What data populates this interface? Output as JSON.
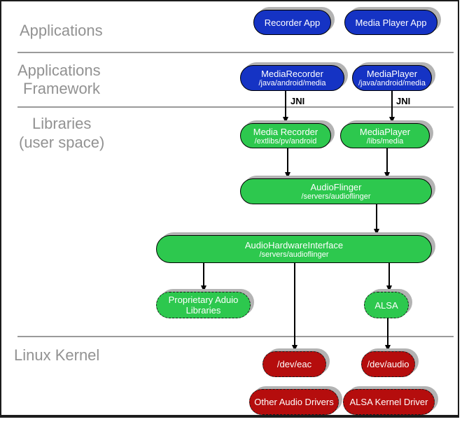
{
  "layers": {
    "applications": "Applications",
    "framework_line1": "Applications",
    "framework_line2": "Framework",
    "libraries_line1": "Libraries",
    "libraries_line2": "(user space)",
    "kernel": "Linux Kernel"
  },
  "nodes": {
    "recorder_app": {
      "label": "Recorder App"
    },
    "media_player_app": {
      "label": "Media Player App"
    },
    "media_recorder_fw": {
      "label": "MediaRecorder",
      "path": "/java/android/media"
    },
    "media_player_fw": {
      "label": "MediaPlayer",
      "path": "/java/android/media"
    },
    "media_recorder_lib": {
      "label": "Media Recorder",
      "path": "/extlibs/pv/android"
    },
    "media_player_lib": {
      "label": "MediaPlayer",
      "path": "/libs/media"
    },
    "audioflinger": {
      "label": "AudioFlinger",
      "path": "/servers/audioflinger"
    },
    "audio_hardware_interface": {
      "label": "AudioHardwareInterface",
      "path": "/servers/audioflinger"
    },
    "proprietary_audio_libraries": {
      "label": "Proprietary Aduio",
      "label2": "Libraries"
    },
    "alsa": {
      "label": "ALSA"
    },
    "dev_eac": {
      "label": "/dev/eac"
    },
    "dev_audio": {
      "label": "/dev/audio"
    },
    "other_audio_drivers": {
      "label": "Other Audio Drivers"
    },
    "alsa_kernel_driver": {
      "label": "ALSA Kernel Driver"
    }
  },
  "connectors": {
    "jni_left": "JNI",
    "jni_right": "JNI"
  },
  "colors": {
    "app_blue": "#1533c4",
    "lib_green": "#2dc84e",
    "kernel_red": "#b50d0d",
    "shadow_gray": "#b3b3b3",
    "label_gray": "#929292"
  }
}
